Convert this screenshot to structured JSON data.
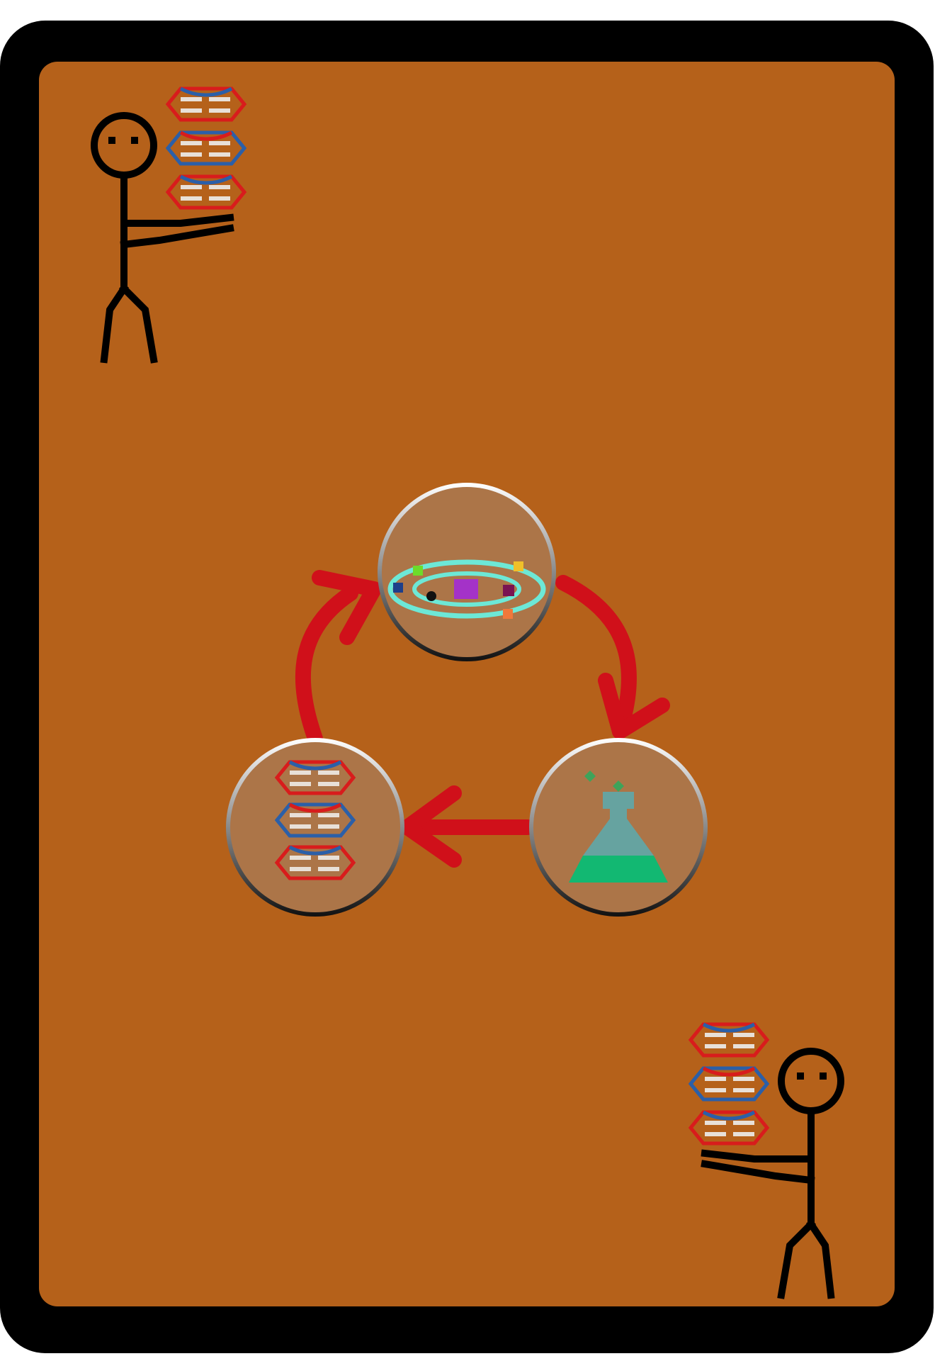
{
  "card": {
    "frame_color": "#000000",
    "face_color": "#b5611a",
    "disc_color": "#ac7548"
  },
  "cycle": {
    "nodes": [
      {
        "id": "solar-system",
        "icon": "solar-system-icon"
      },
      {
        "id": "chemistry",
        "icon": "flask-icon"
      },
      {
        "id": "dna",
        "icon": "dna-icon"
      }
    ],
    "arrow_color": "#d0101a",
    "direction": "clockwise"
  },
  "corner_figures": [
    {
      "id": "top-left",
      "icon": "stick-figure-holding-dna-icon"
    },
    {
      "id": "bottom-right",
      "icon": "stick-figure-holding-dna-icon",
      "rotated": true
    }
  ]
}
